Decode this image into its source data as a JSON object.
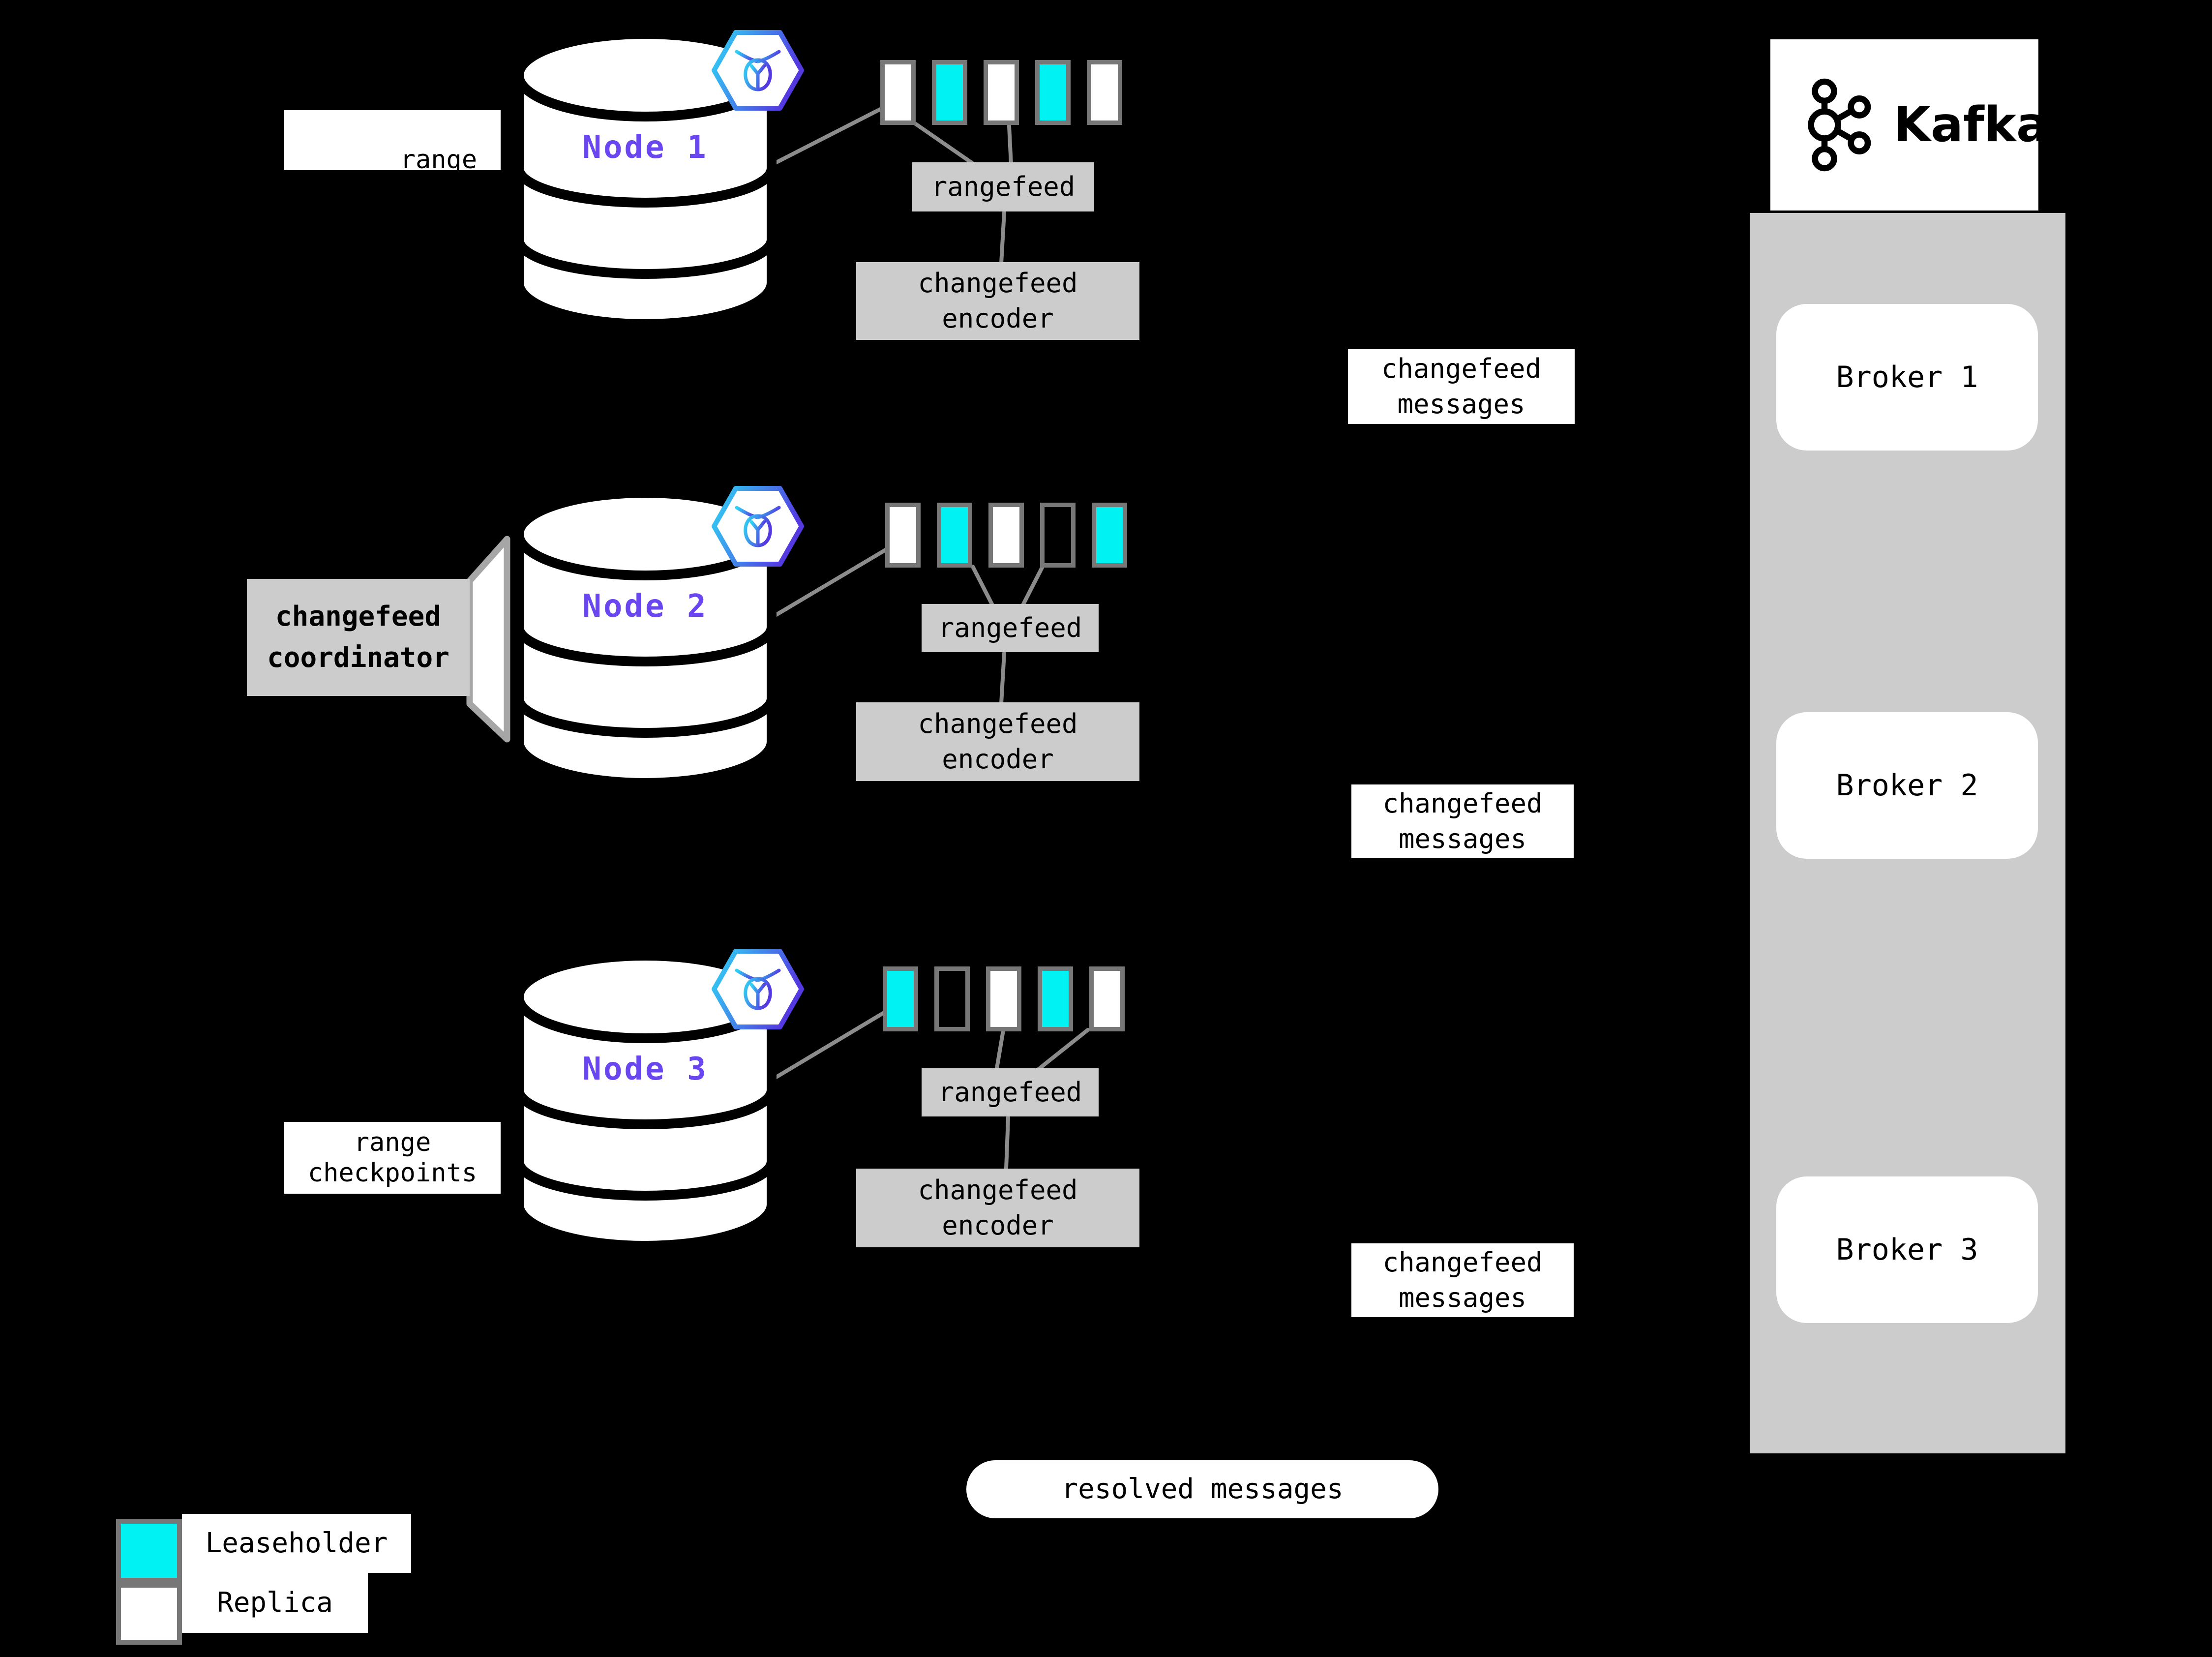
{
  "canvas": {
    "bg": "#000000"
  },
  "colors": {
    "leaseholder": "#00F2F2",
    "replica": "#FFFFFF",
    "empty": "transparent",
    "node_label": "#6946F0",
    "box_gray": "#CCCCCC",
    "line_gray": "#8C8C8C",
    "range_border": "#777777"
  },
  "nodes": [
    {
      "name": "Node 1",
      "ranges": [
        "replica",
        "leaseholder",
        "replica",
        "leaseholder",
        "replica"
      ]
    },
    {
      "name": "Node 2",
      "ranges": [
        "replica",
        "leaseholder",
        "replica",
        "empty",
        "leaseholder"
      ]
    },
    {
      "name": "Node 3",
      "ranges": [
        "leaseholder",
        "empty",
        "replica",
        "leaseholder",
        "replica"
      ]
    }
  ],
  "labels": {
    "rangefeed": "rangefeed",
    "encoder_line1": "changefeed",
    "encoder_line2": "encoder",
    "messages_line1": "changefeed",
    "messages_line2": "messages",
    "checkpoints_line1": "range",
    "checkpoints_line2": "checkpoints",
    "coordinator_line1": "changefeed",
    "coordinator_line2": "coordinator",
    "resolved": "resolved messages"
  },
  "kafka": {
    "brand": "Kafka",
    "brokers": [
      {
        "label": "Broker 1"
      },
      {
        "label": "Broker 2"
      },
      {
        "label": "Broker 3"
      }
    ]
  },
  "legend": {
    "items": [
      {
        "label": "Leaseholder",
        "type": "leaseholder"
      },
      {
        "label": "Replica",
        "type": "replica"
      }
    ]
  }
}
